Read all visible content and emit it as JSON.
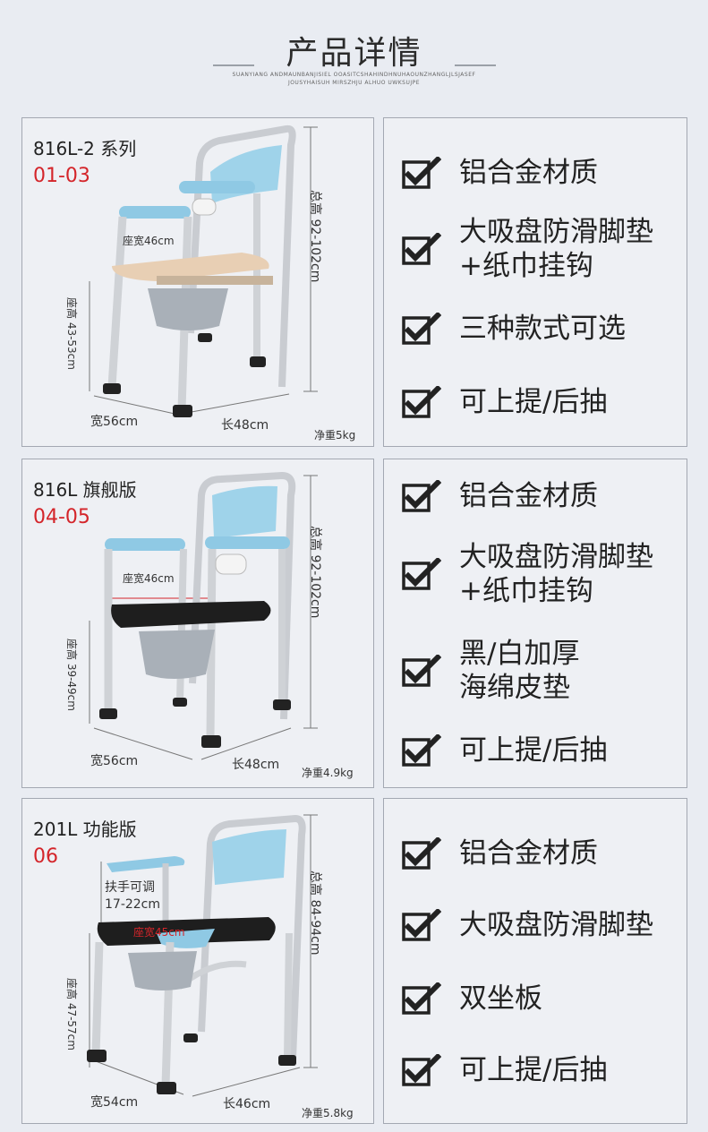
{
  "header": {
    "title": "产品详情",
    "sub_line1": "SUANYIANG ANDMAUNBANJISIEL OOASITCSHAHINDHNUHAOUNZHANGLJLSJASEF",
    "sub_line2": "JOUSYHAISUH MIRSZHJU ALHUO UWKSUJPE"
  },
  "products": [
    {
      "name": "816L-2 系列",
      "code": "01-03",
      "seat_width": "座宽46cm",
      "total_height": "总高 92-102cm",
      "seat_height": "座高 43-53cm",
      "width": "宽56cm",
      "length": "长48cm",
      "weight": "净重5kg"
    },
    {
      "name": "816L 旗舰版",
      "code": "04-05",
      "seat_width": "座宽46cm",
      "total_height": "总高 92-102cm",
      "seat_height": "座高 39-49cm",
      "width": "宽56cm",
      "length": "长48cm",
      "weight": "净重4.9kg"
    },
    {
      "name": "201L 功能版",
      "code": "06",
      "armrest_line1": "扶手可调",
      "armrest_line2": "17-22cm",
      "seat_width": "座宽45cm",
      "total_height": "总高 84-94cm",
      "seat_height": "座高 47-57cm",
      "width": "宽54cm",
      "length": "长46cm",
      "weight": "净重5.8kg"
    }
  ],
  "features": [
    [
      "铝合金材质",
      "大吸盘防滑脚垫",
      "+纸巾挂钩",
      "三种款式可选",
      "可上提/后抽"
    ],
    [
      "铝合金材质",
      "大吸盘防滑脚垫",
      "+纸巾挂钩",
      "黑/白加厚",
      "海绵皮垫",
      "可上提/后抽"
    ],
    [
      "铝合金材质",
      "大吸盘防滑脚垫",
      "双坐板",
      "可上提/后抽"
    ]
  ],
  "colors": {
    "background": "#e9ecf2",
    "accent_red": "#d4252a",
    "seat_blue": "#9fd3ea",
    "seat_beige": "#e8cfb4",
    "seat_black": "#1e1e1e"
  },
  "icons": [
    "check-icon"
  ]
}
